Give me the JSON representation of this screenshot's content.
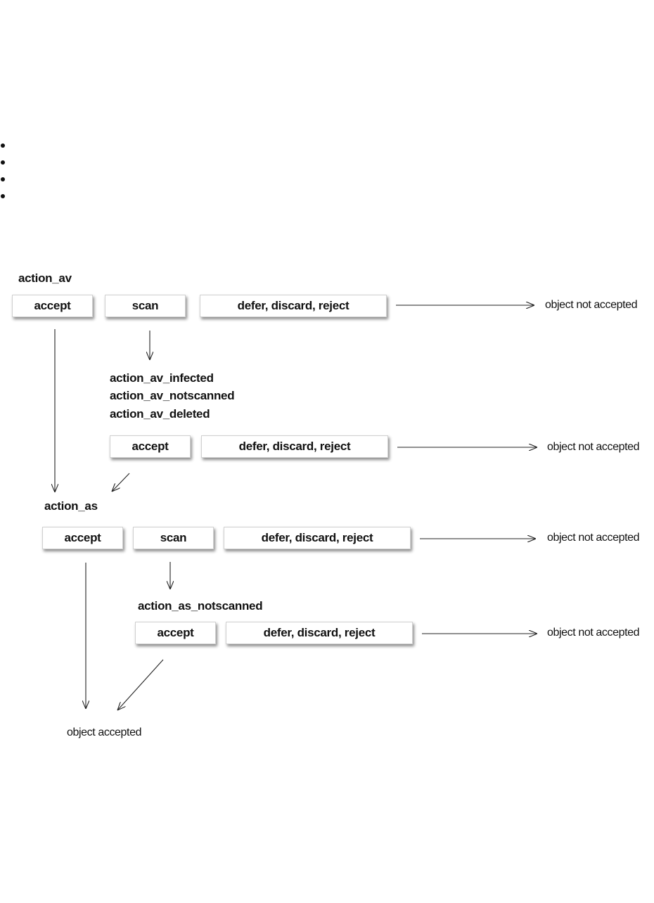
{
  "bullets": [
    "",
    "",
    "",
    ""
  ],
  "diagram": {
    "labels": {
      "action_av": "action_av",
      "action_av_infected": "action_av_infected",
      "action_av_notscanned": "action_av_notscanned",
      "action_av_deleted": "action_av_deleted",
      "action_as": "action_as",
      "action_as_notscanned": "action_as_notscanned"
    },
    "boxes": {
      "accept": "accept",
      "scan": "scan",
      "defer_discard_reject": "defer, discard, reject"
    },
    "outcomes": {
      "not_accepted": "object not accepted",
      "accepted": "object accepted"
    }
  }
}
